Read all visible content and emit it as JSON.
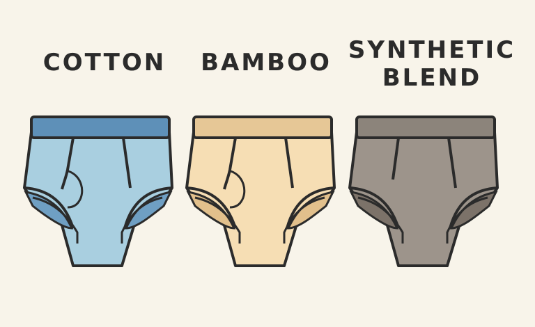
{
  "labels": {
    "cotton": "COTTON",
    "bamboo": "BAMBOO",
    "synthetic": "SYNTHETIC\nBLEND"
  },
  "garments": [
    {
      "name": "cotton",
      "waistband": "#5e90b8",
      "body": "#a9cfe0",
      "leg": "#6f9fc3"
    },
    {
      "name": "bamboo",
      "waistband": "#e6c796",
      "body": "#f6deb4",
      "leg": "#e2c08c"
    },
    {
      "name": "synthetic",
      "waistband": "#8c847b",
      "body": "#9d948b",
      "leg": "#7c7269"
    }
  ],
  "colors": {
    "background": "#f8f4ea",
    "outline": "#2b2b2b",
    "text": "#2b2b2b"
  }
}
